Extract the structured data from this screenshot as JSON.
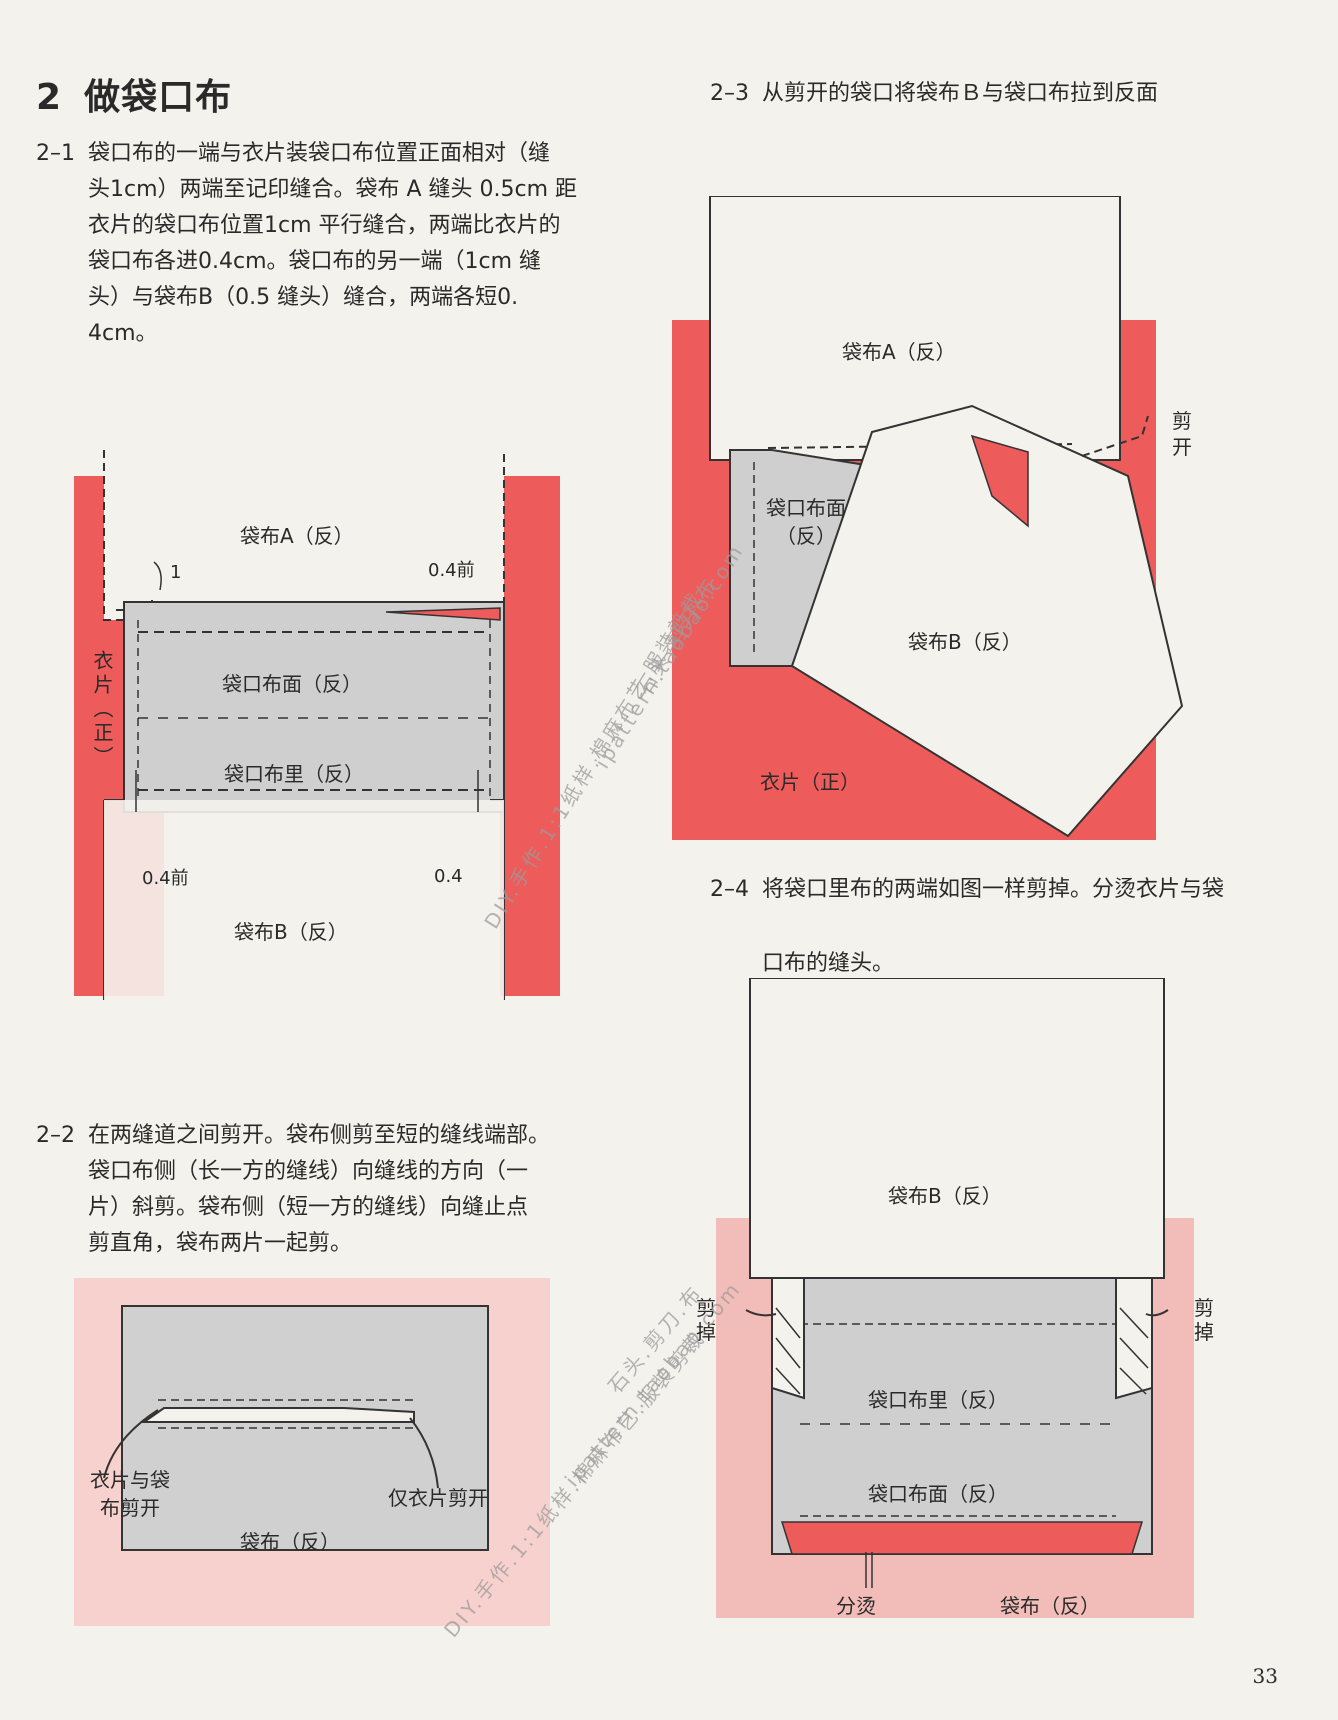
{
  "section": {
    "number": "2",
    "title": "做袋口布"
  },
  "step_2_1": {
    "label": "2–1",
    "text": "袋口布的一端与衣片装袋口布位置正面相对（缝\n头1cm）两端至记印缝合。袋布 A 缝头 0.5cm 距\n衣片的袋口布位置1cm 平行缝合，两端比衣片的\n袋口布各进0.4cm。袋口布的另一端（1cm 缝\n头）与袋布B（0.5 缝头）缝合，两端各短0.\n4cm。"
  },
  "step_2_2": {
    "label": "2–2",
    "text": "在两缝道之间剪开。袋布侧剪至短的缝线端部。\n袋口布侧（长一方的缝线）向缝线的方向（一\n片）斜剪。袋布侧（短一方的缝线）向缝止点\n剪直角，袋布两片一起剪。"
  },
  "step_2_3": {
    "label": "2–3",
    "text": "从剪开的袋口将袋布Ｂ与袋口布拉到反面"
  },
  "step_2_4": {
    "label": "2–4",
    "text_line1": "将袋口里布的两端如图一样剪掉。分烫衣片与袋",
    "text_line2": "口布的缝头。"
  },
  "fig_2_1": {
    "bag_a": "袋布A（反）",
    "facing_front": "袋口布面（反）",
    "facing_back": "袋口布里（反）",
    "bag_b": "袋布B（反）",
    "body_right_side": "衣片（正）",
    "dim_1": "1",
    "dim_04_front_top": "0.4前",
    "dim_04_front_bottom": "0.4前",
    "dim_04_bottom_right": "0.4"
  },
  "fig_2_2": {
    "cut_both": "衣片与袋\n布剪开",
    "cut_body_only": "仅衣片剪开",
    "bag": "袋布（反）"
  },
  "fig_2_3": {
    "bag_a": "袋布A（反）",
    "cut_open": "剪开",
    "facing": "袋口布面\n（反）",
    "bag_b": "袋布B（反）",
    "body_right_side": "衣片（正）"
  },
  "fig_2_4": {
    "bag_b": "袋布B（反）",
    "cut_off_left": "剪掉",
    "cut_off_right": "剪掉",
    "facing_back": "袋口布里（反）",
    "facing_front": "袋口布面（反）",
    "press_open": "分烫",
    "bag": "袋布（反）"
  },
  "watermarks": [
    "DIY.手作.1:1纸样.棉麻布艺.服装剪裁",
    "ipattern.taobao.com",
    "石头.剪刀.布"
  ],
  "page_number": "33",
  "colors": {
    "red": "#ee5b5b",
    "pink": "#f7d1cd",
    "gray": "#cfcfcf",
    "paper": "#f4f2ec"
  }
}
